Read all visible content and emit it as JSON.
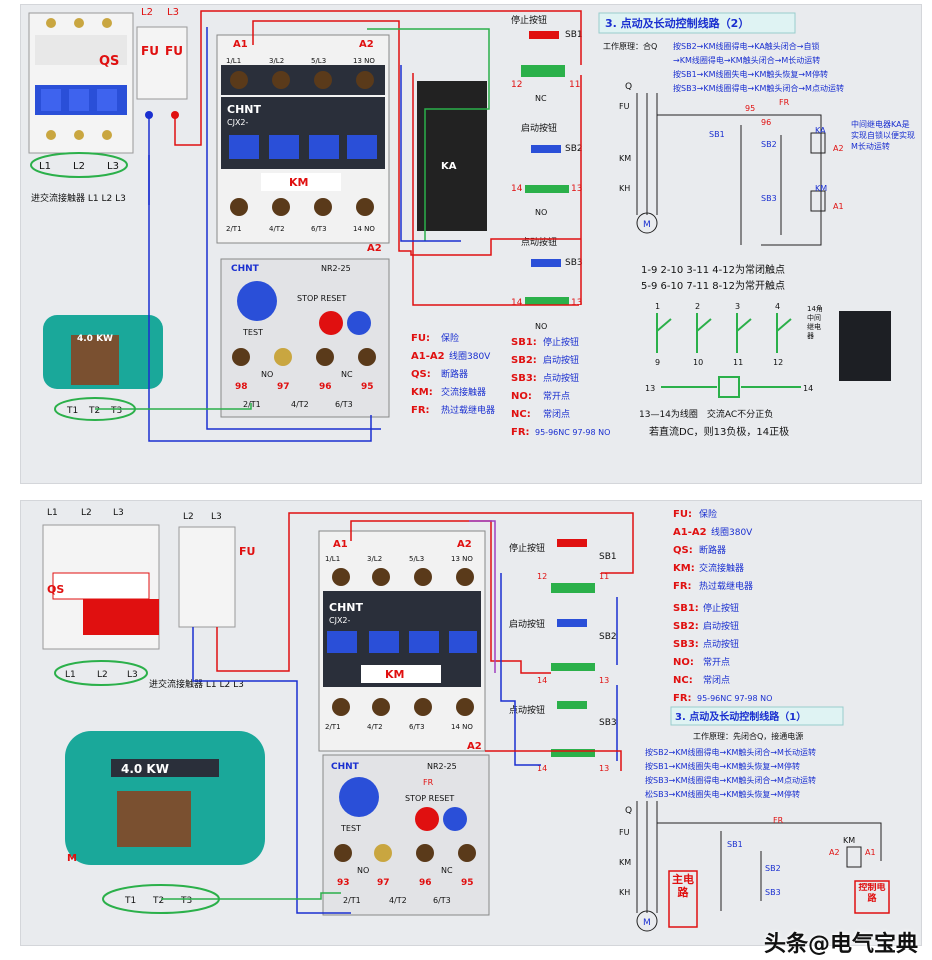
{
  "top": {
    "breaker": {
      "label": "QS",
      "terminals": [
        "L1",
        "L2",
        "L3"
      ],
      "caption": "进交流接触器 L1 L2 L3"
    },
    "fuse": {
      "label": "FU",
      "terminals": [
        "L2",
        "L3"
      ]
    },
    "contactor": {
      "brand": "CHNT",
      "model": "CJX2-",
      "name": "KM",
      "coil": [
        "A1",
        "A2"
      ],
      "top_terms": [
        "1/L1",
        "3/L2",
        "5/L3",
        "13 NO"
      ],
      "bottom_terms": [
        "2/T1",
        "4/T2",
        "6/T3",
        "14 NO"
      ]
    },
    "thermal_relay": {
      "brand": "CHNT",
      "model": "NR2-25",
      "stop_reset": "STOP RESET",
      "test": "TEST",
      "terms": [
        "98",
        "97",
        "96",
        "95"
      ],
      "no": "NO",
      "nc": "NC",
      "outputs": [
        "2/T1",
        "4/T2",
        "6/T3"
      ]
    },
    "motor": {
      "power": "4.0 KW",
      "terminals": [
        "T1",
        "T2",
        "T3"
      ]
    },
    "relay": {
      "label": "KA"
    },
    "buttons": [
      {
        "title": "停止按钮",
        "code": "SB1",
        "left": "12",
        "right": "11",
        "type": "NC"
      },
      {
        "title": "启动按钮",
        "code": "SB2",
        "left": "14",
        "right": "13",
        "type": "NO"
      },
      {
        "title": "点动按钮",
        "code": "SB3",
        "left": "14",
        "right": "13",
        "type": "NO"
      }
    ],
    "legend": [
      {
        "k": "FU:",
        "v": "保险"
      },
      {
        "k": "A1-A2",
        "v": "线圈380V"
      },
      {
        "k": "QS:",
        "v": "断路器"
      },
      {
        "k": "KM:",
        "v": "交流接触器"
      },
      {
        "k": "FR:",
        "v": "热过载继电器"
      }
    ],
    "legend2": [
      {
        "k": "SB1:",
        "v": "停止按钮"
      },
      {
        "k": "SB2:",
        "v": "启动按钮"
      },
      {
        "k": "SB3:",
        "v": "点动按钮"
      },
      {
        "k": "NO:",
        "v": "常开点"
      },
      {
        "k": "NC:",
        "v": "常闭点"
      },
      {
        "k": "FR:",
        "v": "95-96NC 97-98 NO"
      }
    ],
    "schematic": {
      "title": "3. 点动及长动控制线路（2）",
      "principle": "工作原理：合Q",
      "lines": [
        "按SB2→KM线圈得电→KA触头闭合→自锁",
        "→KM线圈得电→KM触头闭合→M长动运转",
        "按SB1→KM线圈失电→KM触头恢复→M停转",
        "按SB3→KM线圈得电→KM触头闭合→M点动运转"
      ],
      "note": "中间继电器KA是实现自锁以便实现M长动运转",
      "contacts1": "1-9 2-10 3-11 4-12为常闭触点",
      "contacts2": "5-9 6-10 7-11 8-12为常开触点",
      "coil": "13—14为线圈　交流AC不分正负",
      "dc": "若直流DC，则13负极，14正极",
      "pin_top": [
        "1",
        "2",
        "3",
        "4"
      ],
      "pin_bot": [
        "9",
        "10",
        "11",
        "12"
      ],
      "pin_side": [
        "13",
        "14"
      ],
      "relay_caption": "14角中间继电器",
      "labels": {
        "q": "Q",
        "fu": "FU",
        "km": "KM",
        "kh": "KH",
        "m": "M",
        "fr": "FR",
        "n95": "95",
        "n96": "96",
        "sb1": "SB1",
        "sb2": "SB2",
        "sb3": "SB3",
        "ka": "KA",
        "a1": "A1",
        "a2": "A2"
      }
    }
  },
  "bottom": {
    "breaker": {
      "label": "QS",
      "terminals": [
        "L1",
        "L2",
        "L3"
      ],
      "caption": "进交流接触器 L1 L2 L3"
    },
    "fuse": {
      "label": "FU",
      "terminals": [
        "L2",
        "L3"
      ]
    },
    "contactor": {
      "brand": "CHNT",
      "model": "CJX2-",
      "name": "KM",
      "coil": [
        "A1",
        "A2"
      ],
      "top_terms": [
        "1/L1",
        "3/L2",
        "5/L3",
        "13 NO"
      ],
      "bottom_terms": [
        "2/T1",
        "4/T2",
        "6/T3",
        "14 NO"
      ]
    },
    "thermal_relay": {
      "brand": "CHNT",
      "model": "NR2-25",
      "stop_reset": "STOP RESET",
      "test": "TEST",
      "fr": "FR",
      "terms": [
        "93",
        "97",
        "96",
        "95"
      ],
      "no": "NO",
      "nc": "NC",
      "outputs": [
        "2/T1",
        "4/T2",
        "6/T3"
      ]
    },
    "motor": {
      "power": "4.0 KW",
      "terminals": [
        "T1",
        "T2",
        "T3"
      ],
      "label": "M"
    },
    "buttons": [
      {
        "title": "停止按钮",
        "code": "SB1",
        "left": "12",
        "right": "11"
      },
      {
        "title": "启动按钮",
        "code": "SB2",
        "left": "14",
        "right": "13"
      },
      {
        "title": "点动按钮",
        "code": "SB3",
        "left": "14",
        "right": "13"
      }
    ],
    "legend": [
      {
        "k": "FU:",
        "v": "保险"
      },
      {
        "k": "A1-A2",
        "v": "线圈380V"
      },
      {
        "k": "QS:",
        "v": "断路器"
      },
      {
        "k": "KM:",
        "v": "交流接触器"
      },
      {
        "k": "FR:",
        "v": "热过载继电器"
      },
      {
        "k": "SB1:",
        "v": "停止按钮"
      },
      {
        "k": "SB2:",
        "v": "启动按钮"
      },
      {
        "k": "SB3:",
        "v": "点动按钮"
      },
      {
        "k": "NO:",
        "v": "常开点"
      },
      {
        "k": "NC:",
        "v": "常闭点"
      },
      {
        "k": "FR:",
        "v": "95-96NC 97-98 NO"
      }
    ],
    "schematic": {
      "title": "3. 点动及长动控制线路（1）",
      "principle": "工作原理：先闭合Q，接通电源",
      "lines": [
        "按SB2→KM线圈得电→KM触头闭合→M长动运转",
        "按SB1→KM线圈失电→KM触头恢复→M停转",
        "按SB3→KM线圈得电→KM触头闭合→M点动运转",
        "松SB3→KM线圈失电→KM触头恢复→M停转"
      ],
      "main_circuit": "主电路",
      "control_circuit": "控制电路",
      "labels": {
        "q": "Q",
        "fu": "FU",
        "km": "KM",
        "kh": "KH",
        "m": "M",
        "fr": "FR",
        "a2": "A2",
        "a1": "A1",
        "sb1": "SB1",
        "sb2": "SB2",
        "sb3": "SB3"
      }
    }
  },
  "watermark": "头条@电气宝典",
  "colors": {
    "red": "#e01010",
    "blue": "#1a2fd0",
    "green": "#2bb04a",
    "purple": "#a040c0",
    "device_white": "#f2f2f2",
    "device_dark": "#2a2f3a",
    "coil_blue": "#2a4fd8",
    "motor": "#1aa89a"
  }
}
